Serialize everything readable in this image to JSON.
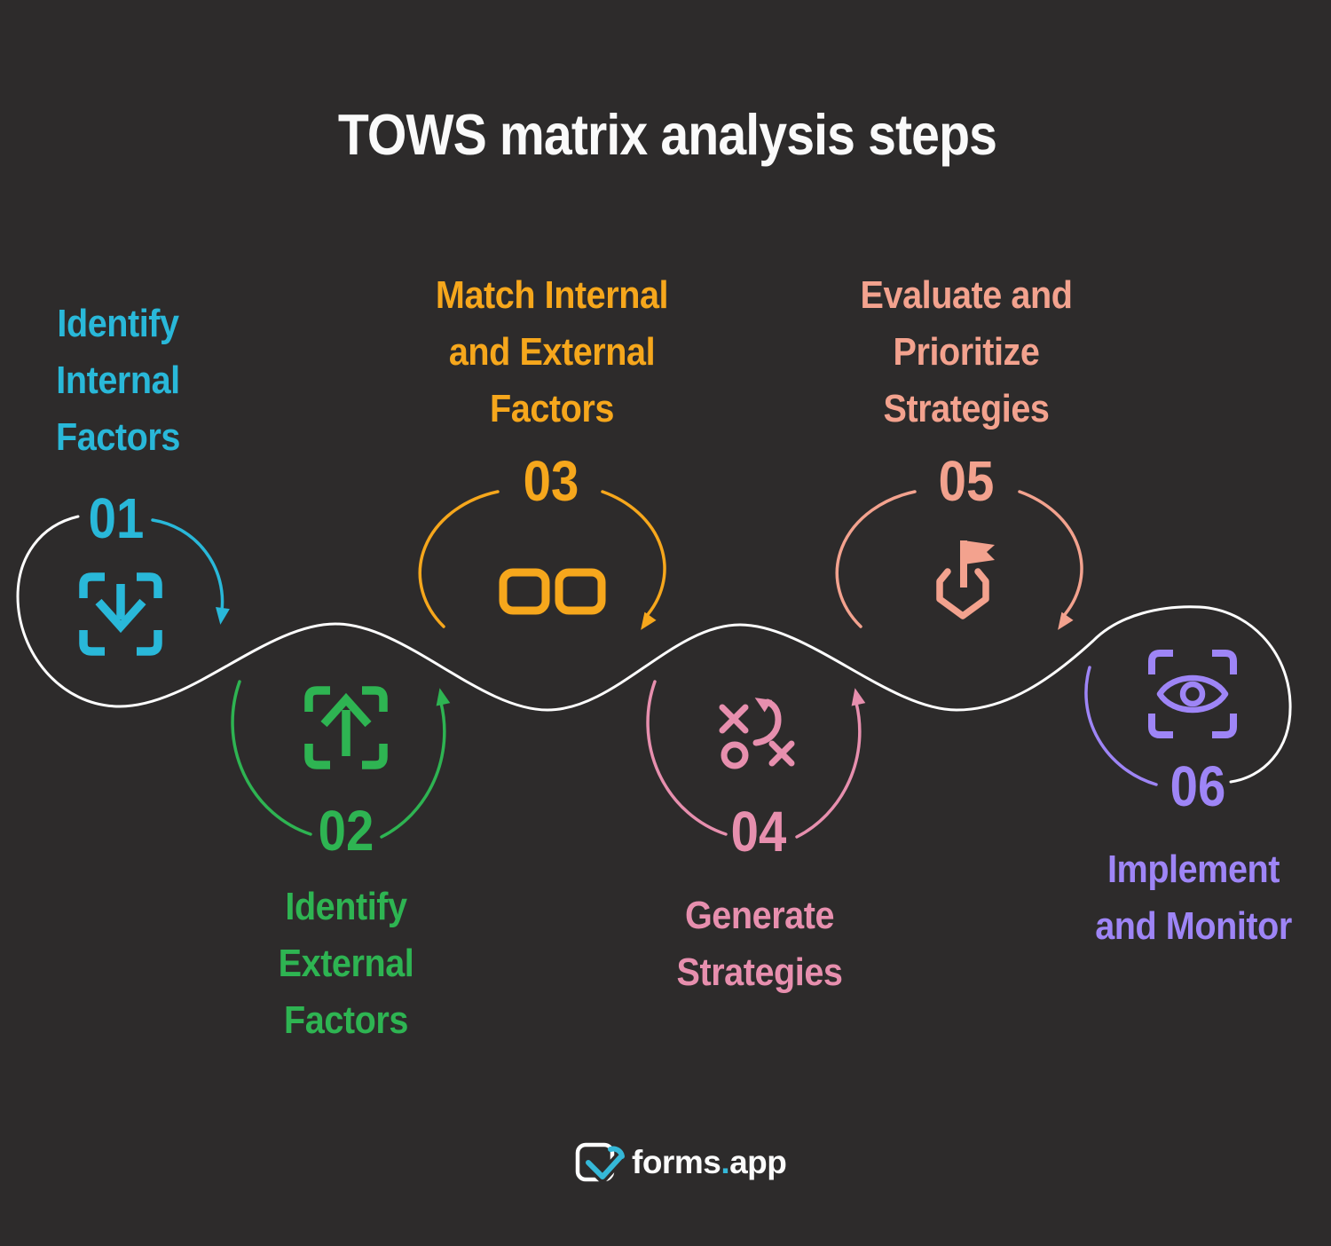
{
  "title": "TOWS matrix analysis steps",
  "steps": [
    {
      "number": "01",
      "lines": [
        "Identify",
        "Internal",
        "Factors"
      ],
      "color": "#29b8d9",
      "icon": "download-frame-icon"
    },
    {
      "number": "02",
      "lines": [
        "Identify",
        "External",
        "Factors"
      ],
      "color": "#2eb452",
      "icon": "upload-frame-icon"
    },
    {
      "number": "03",
      "lines": [
        "Match Internal",
        "and External",
        "Factors"
      ],
      "color": "#f6a71c",
      "icon": "matching-squares-icon"
    },
    {
      "number": "04",
      "lines": [
        "Generate",
        "Strategies"
      ],
      "color": "#e78fae",
      "icon": "strategy-tactics-icon"
    },
    {
      "number": "05",
      "lines": [
        "Evaluate and",
        "Prioritize",
        "Strategies"
      ],
      "color": "#f3a28e",
      "icon": "milestone-flag-icon"
    },
    {
      "number": "06",
      "lines": [
        "Implement",
        "and Monitor"
      ],
      "color": "#9e85f6",
      "icon": "monitor-eye-icon"
    }
  ],
  "footer": {
    "logo_text": "forms",
    "logo_dot": ".",
    "logo_suffix": "app",
    "logo_accent": "#35b8d8"
  },
  "canvas": {
    "background": "#2d2b2b",
    "connector_color": "#ffffff"
  }
}
